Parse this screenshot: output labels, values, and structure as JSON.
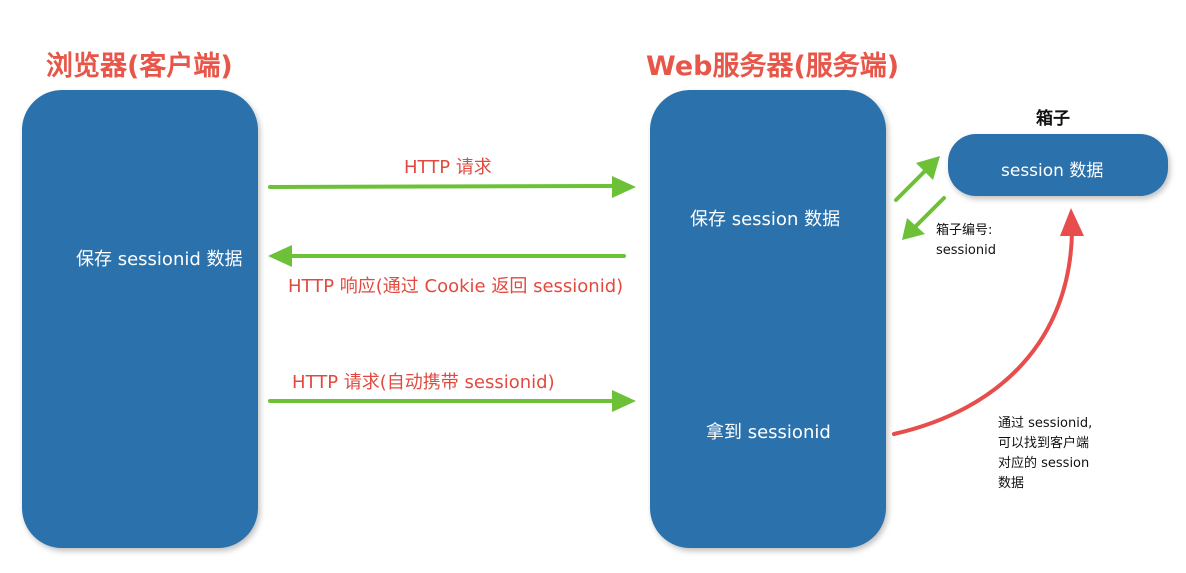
{
  "browser": {
    "title": "浏览器(客户端)",
    "text": "保存 sessionid 数据"
  },
  "server": {
    "title": "Web服务器(服务端)",
    "text_save": "保存 session 数据",
    "text_get": "拿到 sessionid"
  },
  "box": {
    "title": "箱子",
    "text": "session 数据",
    "number_label_line1": "箱子编号:",
    "number_label_line2": "sessionid"
  },
  "messages": {
    "request1": "HTTP 请求",
    "response": "HTTP 响应(通过 Cookie 返回 sessionid)",
    "request2": "HTTP 请求(自动携带 sessionid)"
  },
  "lookup_note": {
    "line1": "通过 sessionid,",
    "line2": "可以找到客户端",
    "line3": "对应的 session",
    "line4": "数据"
  },
  "colors": {
    "panel": "#2b71ac",
    "title_red": "#e8564a",
    "arrow_green": "#6cc137",
    "arrow_red": "#e84d4d"
  }
}
